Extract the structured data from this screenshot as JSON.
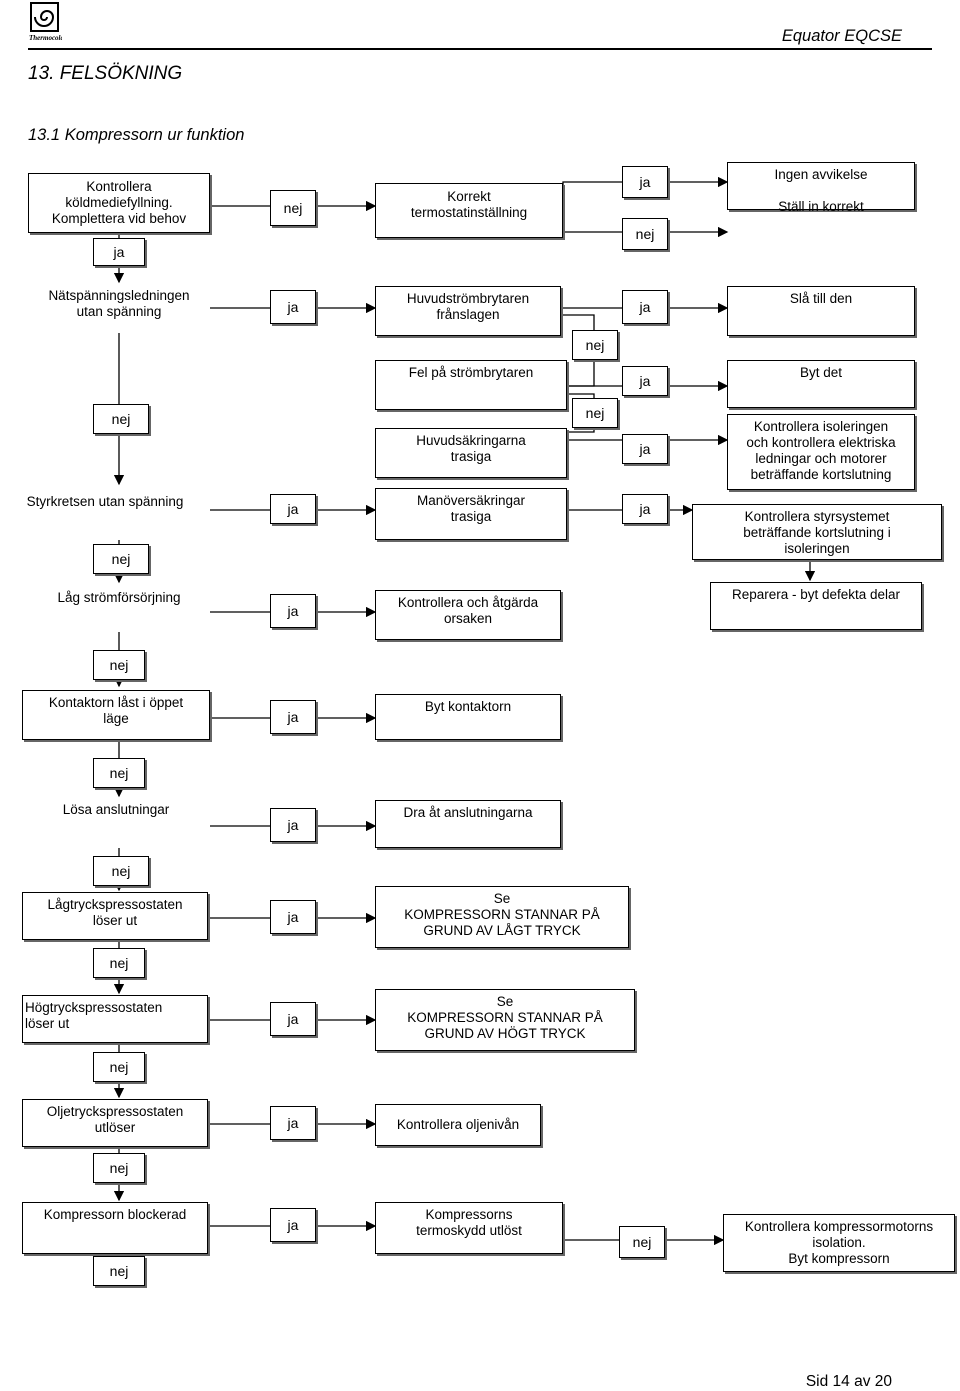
{
  "header": {
    "logo_text": "Thermocold",
    "doc_title": "Equator EQCSE"
  },
  "headings": {
    "section": "13. FELSÖKNING",
    "subsection": "13.1 Kompressorn ur funktion"
  },
  "nodes": {
    "kontrollera_kyl": "Kontrollera\nköldmediefyllning.\nKomplettera vid behov",
    "korrekt_termo": "Korrekt\ntermostatinställning",
    "ingen_avvikelse": "Ingen avvikelse",
    "stall_korrekt": "Ställ in korrekt",
    "natspanning": "Nätspänningsledningen\nutan spänning",
    "huvudstrombrytaren": "Huvudströmbrytaren\nfrånslagen",
    "sla_till": "Slå till den",
    "fel_strombrytaren": "Fel på strömbrytaren",
    "byt_det": "Byt det",
    "huvudsakringarna": "Huvudsäkringarna\ntrasiga",
    "kontrollera_isolering": "Kontrollera isoleringen\noch kontrollera elektriska\nledningar och motorer\nbeträffande kortslutning",
    "styrkretsen": "Styrkretsen utan spänning",
    "manoversakringar": "Manöversäkringar\ntrasiga",
    "kontrollera_styr": "Kontrollera styrsystemet\nbeträffande kortslutning i\nisoleringen",
    "lag_strom": "Låg strömförsörjning",
    "kontrollera_atgarda": "Kontrollera och åtgärda\norsaken",
    "reparera": "Reparera - byt defekta delar",
    "kontaktorn": "Kontaktorn låst i öppet\nläge",
    "byt_kontaktorn": "Byt kontaktorn",
    "losa": "Lösa anslutningar",
    "dra_at": "Dra åt anslutningarna",
    "lagtryck": "Lågtryckspressostaten\nlöser ut",
    "se_lagt": "Se\nKOMPRESSORN STANNAR PÅ\nGRUND AV LÅGT TRYCK",
    "hogtryck": "Högtryckspressostaten\nlöser ut",
    "se_hogt": "Se\nKOMPRESSORN STANNAR PÅ\nGRUND AV HÖGT TRYCK",
    "oljetryck": "Oljetryckspressostaten\nutlöser",
    "kontrollera_olja": "Kontrollera oljenivån",
    "blockerad": "Kompressorn blockerad",
    "termoskydd": "Kompressorns\ntermoskydd utlöst",
    "kontrollera_motor": "Kontrollera kompressormotorns\nisolation.\nByt kompressorn"
  },
  "answers": {
    "yes": "ja",
    "no": "nej"
  },
  "footer": {
    "page": "Sid 14 av 20"
  },
  "colors": {
    "line": "#000000",
    "shadow": "#666666"
  }
}
